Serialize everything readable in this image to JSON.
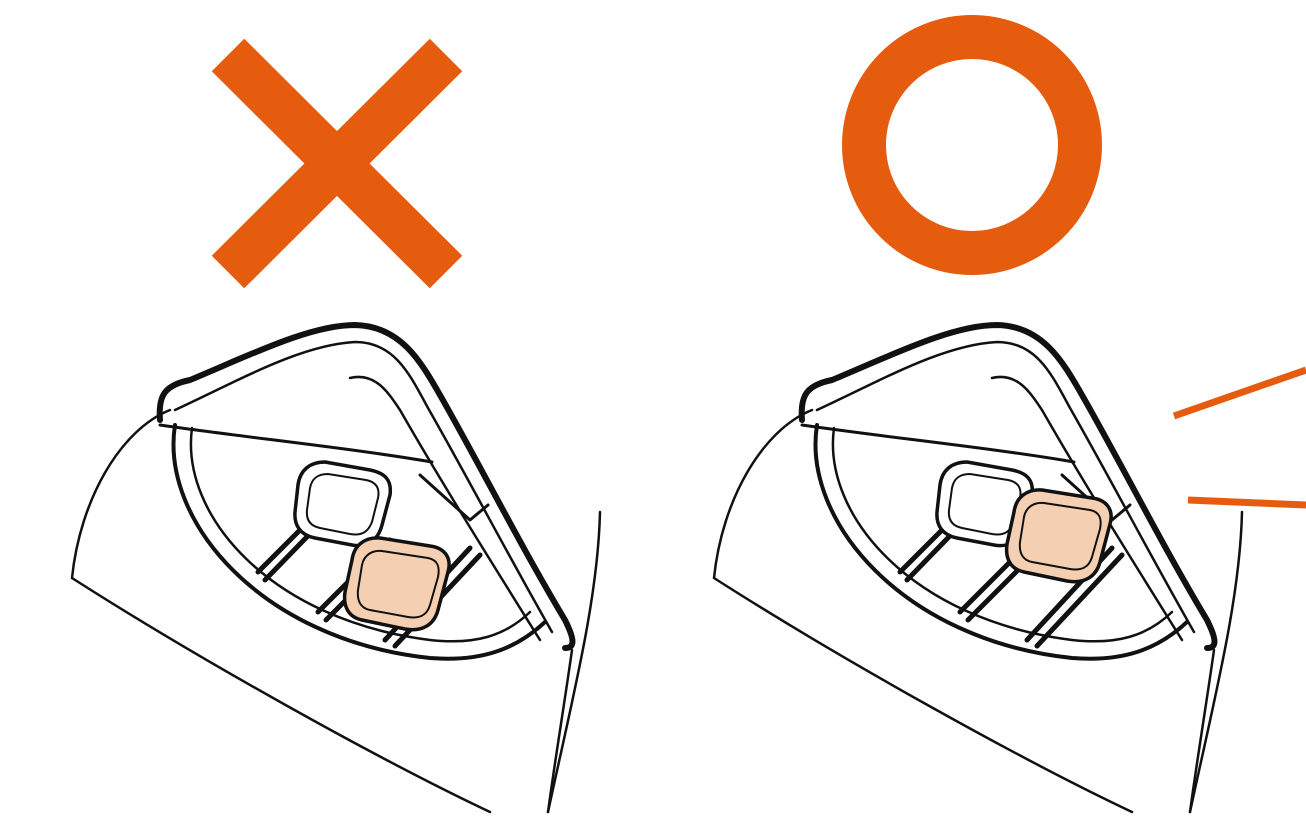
{
  "colors": {
    "accent": "#e65c0f",
    "highlight_fill": "#f5cfb2",
    "line": "#111111",
    "background": "#ffffff"
  },
  "panels": [
    {
      "id": "incorrect",
      "status_icon": "cross-icon",
      "verdict": "incorrect"
    },
    {
      "id": "correct",
      "status_icon": "circle-icon",
      "verdict": "correct",
      "extra": "emphasis-lines"
    }
  ]
}
